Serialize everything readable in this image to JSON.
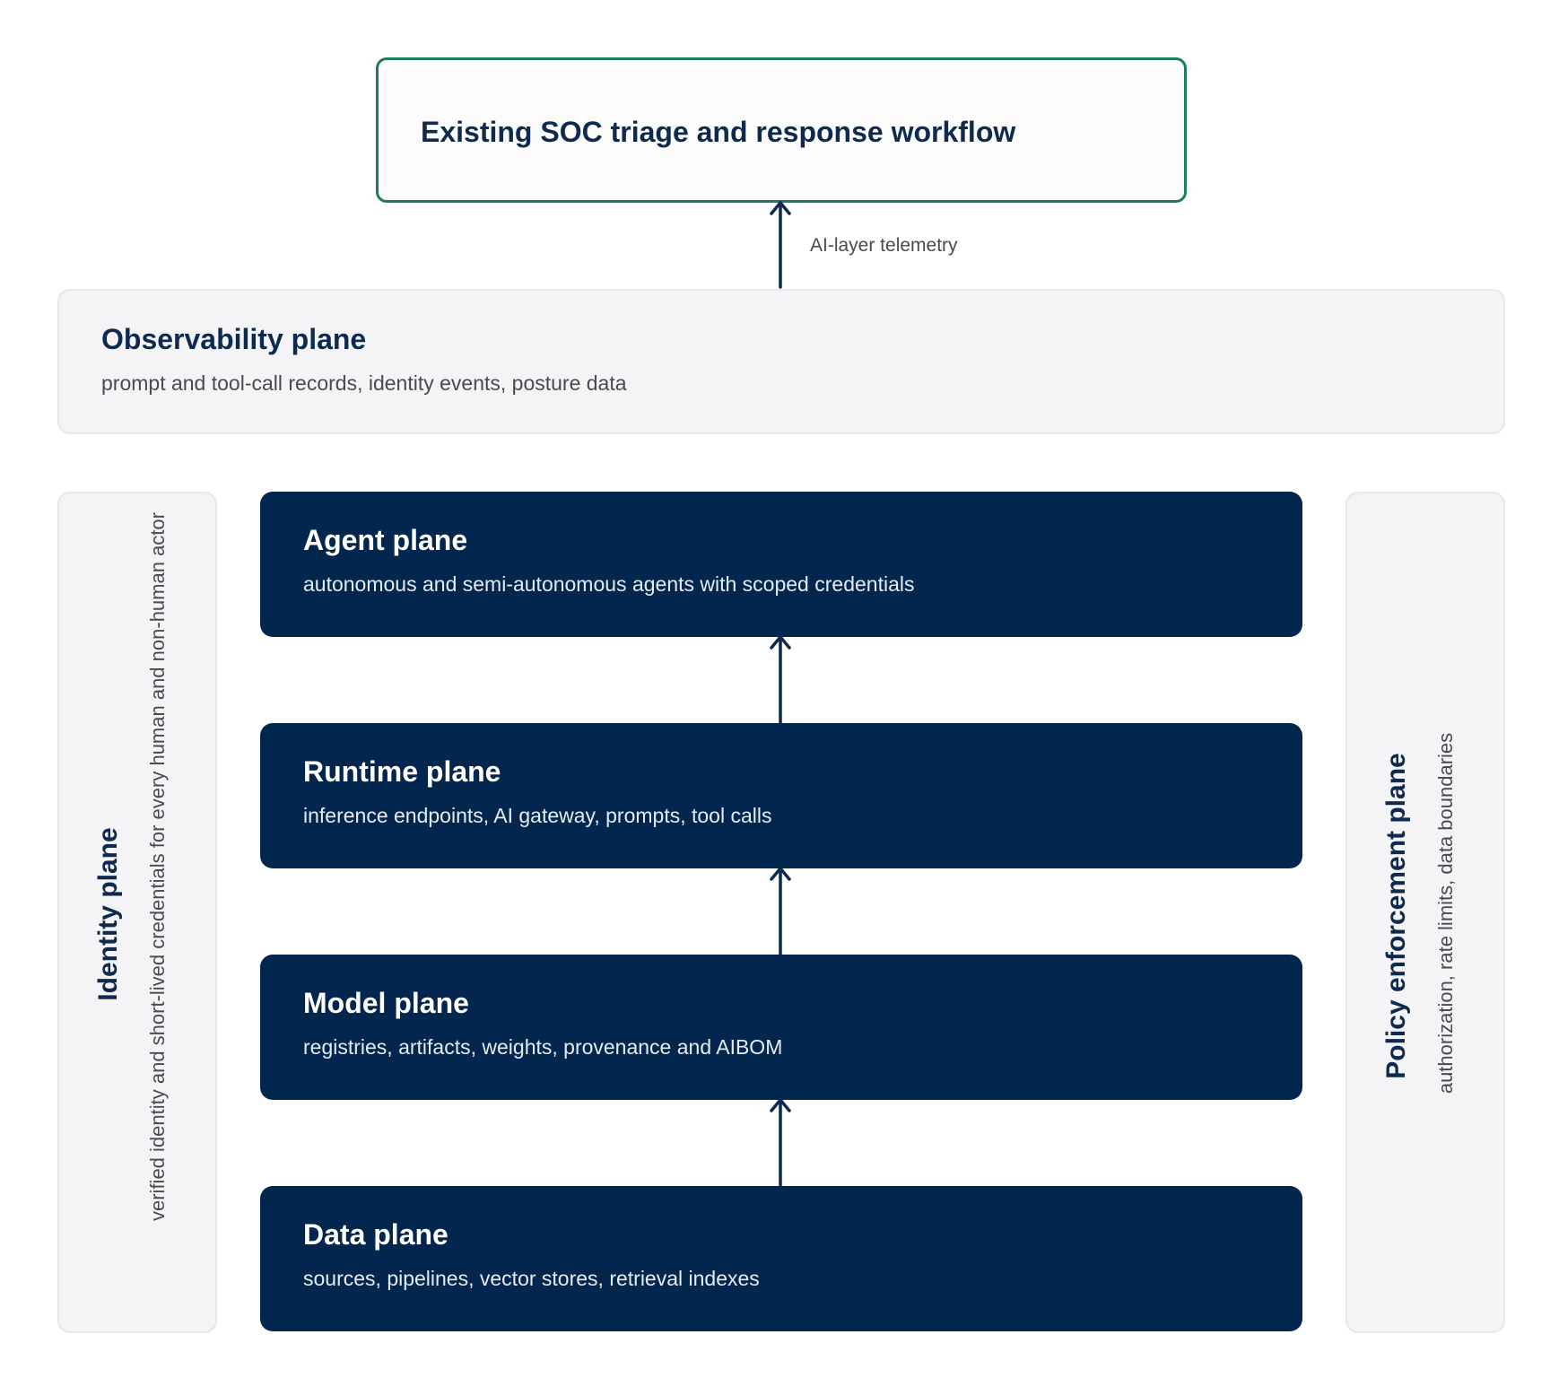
{
  "workflow": {
    "title": "Existing SOC triage and response workflow"
  },
  "telemetry_label": "AI-layer telemetry",
  "observability": {
    "title": "Observability plane",
    "subtitle": "prompt and tool-call records, identity events, posture data"
  },
  "identity": {
    "title": "Identity plane",
    "subtitle": "verified identity and short-lived credentials for every human and non-human actor"
  },
  "policy": {
    "title": "Policy enforcement plane",
    "subtitle": "authorization, rate limits, data boundaries"
  },
  "planes": [
    {
      "title": "Agent plane",
      "subtitle": "autonomous and semi-autonomous agents with scoped credentials"
    },
    {
      "title": "Runtime plane",
      "subtitle": "inference endpoints, AI gateway, prompts, tool calls"
    },
    {
      "title": "Model plane",
      "subtitle": "registries, artifacts, weights, provenance and AIBOM"
    },
    {
      "title": "Data plane",
      "subtitle": "sources, pipelines, vector stores, retrieval indexes"
    }
  ]
}
